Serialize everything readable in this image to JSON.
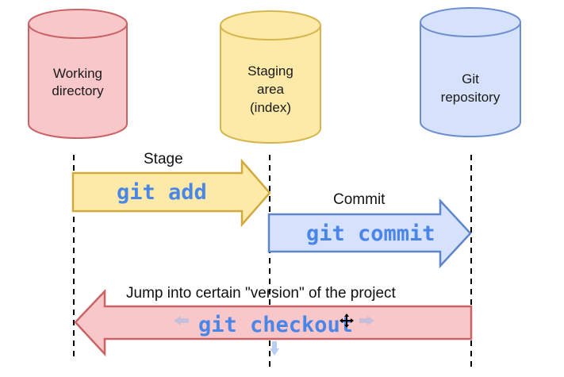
{
  "diagram": {
    "stores": [
      {
        "id": "working",
        "lines": [
          "Working",
          "directory"
        ],
        "fill": "#f8c7ca",
        "stroke": "#c86466"
      },
      {
        "id": "staging",
        "lines": [
          "Staging",
          "area",
          "(index)"
        ],
        "fill": "#fdeaa8",
        "stroke": "#d6b64e"
      },
      {
        "id": "repo",
        "lines": [
          "Git",
          "repository"
        ],
        "fill": "#d6e2fb",
        "stroke": "#6e8fcf"
      }
    ],
    "arrows": [
      {
        "id": "stage",
        "caption": "Stage",
        "command": "git add",
        "fill": "#fdeaa8",
        "stroke": "#d0aa3e"
      },
      {
        "id": "commit",
        "caption": "Commit",
        "command": "git commit",
        "fill": "#d6e2fb",
        "stroke": "#5f86c9"
      },
      {
        "id": "checkout",
        "caption": "Jump into certain \"version\" of the project",
        "command": "git checkout",
        "fill": "#f8c7ca",
        "stroke": "#c86466"
      }
    ],
    "command_color": "#4a86e8"
  }
}
